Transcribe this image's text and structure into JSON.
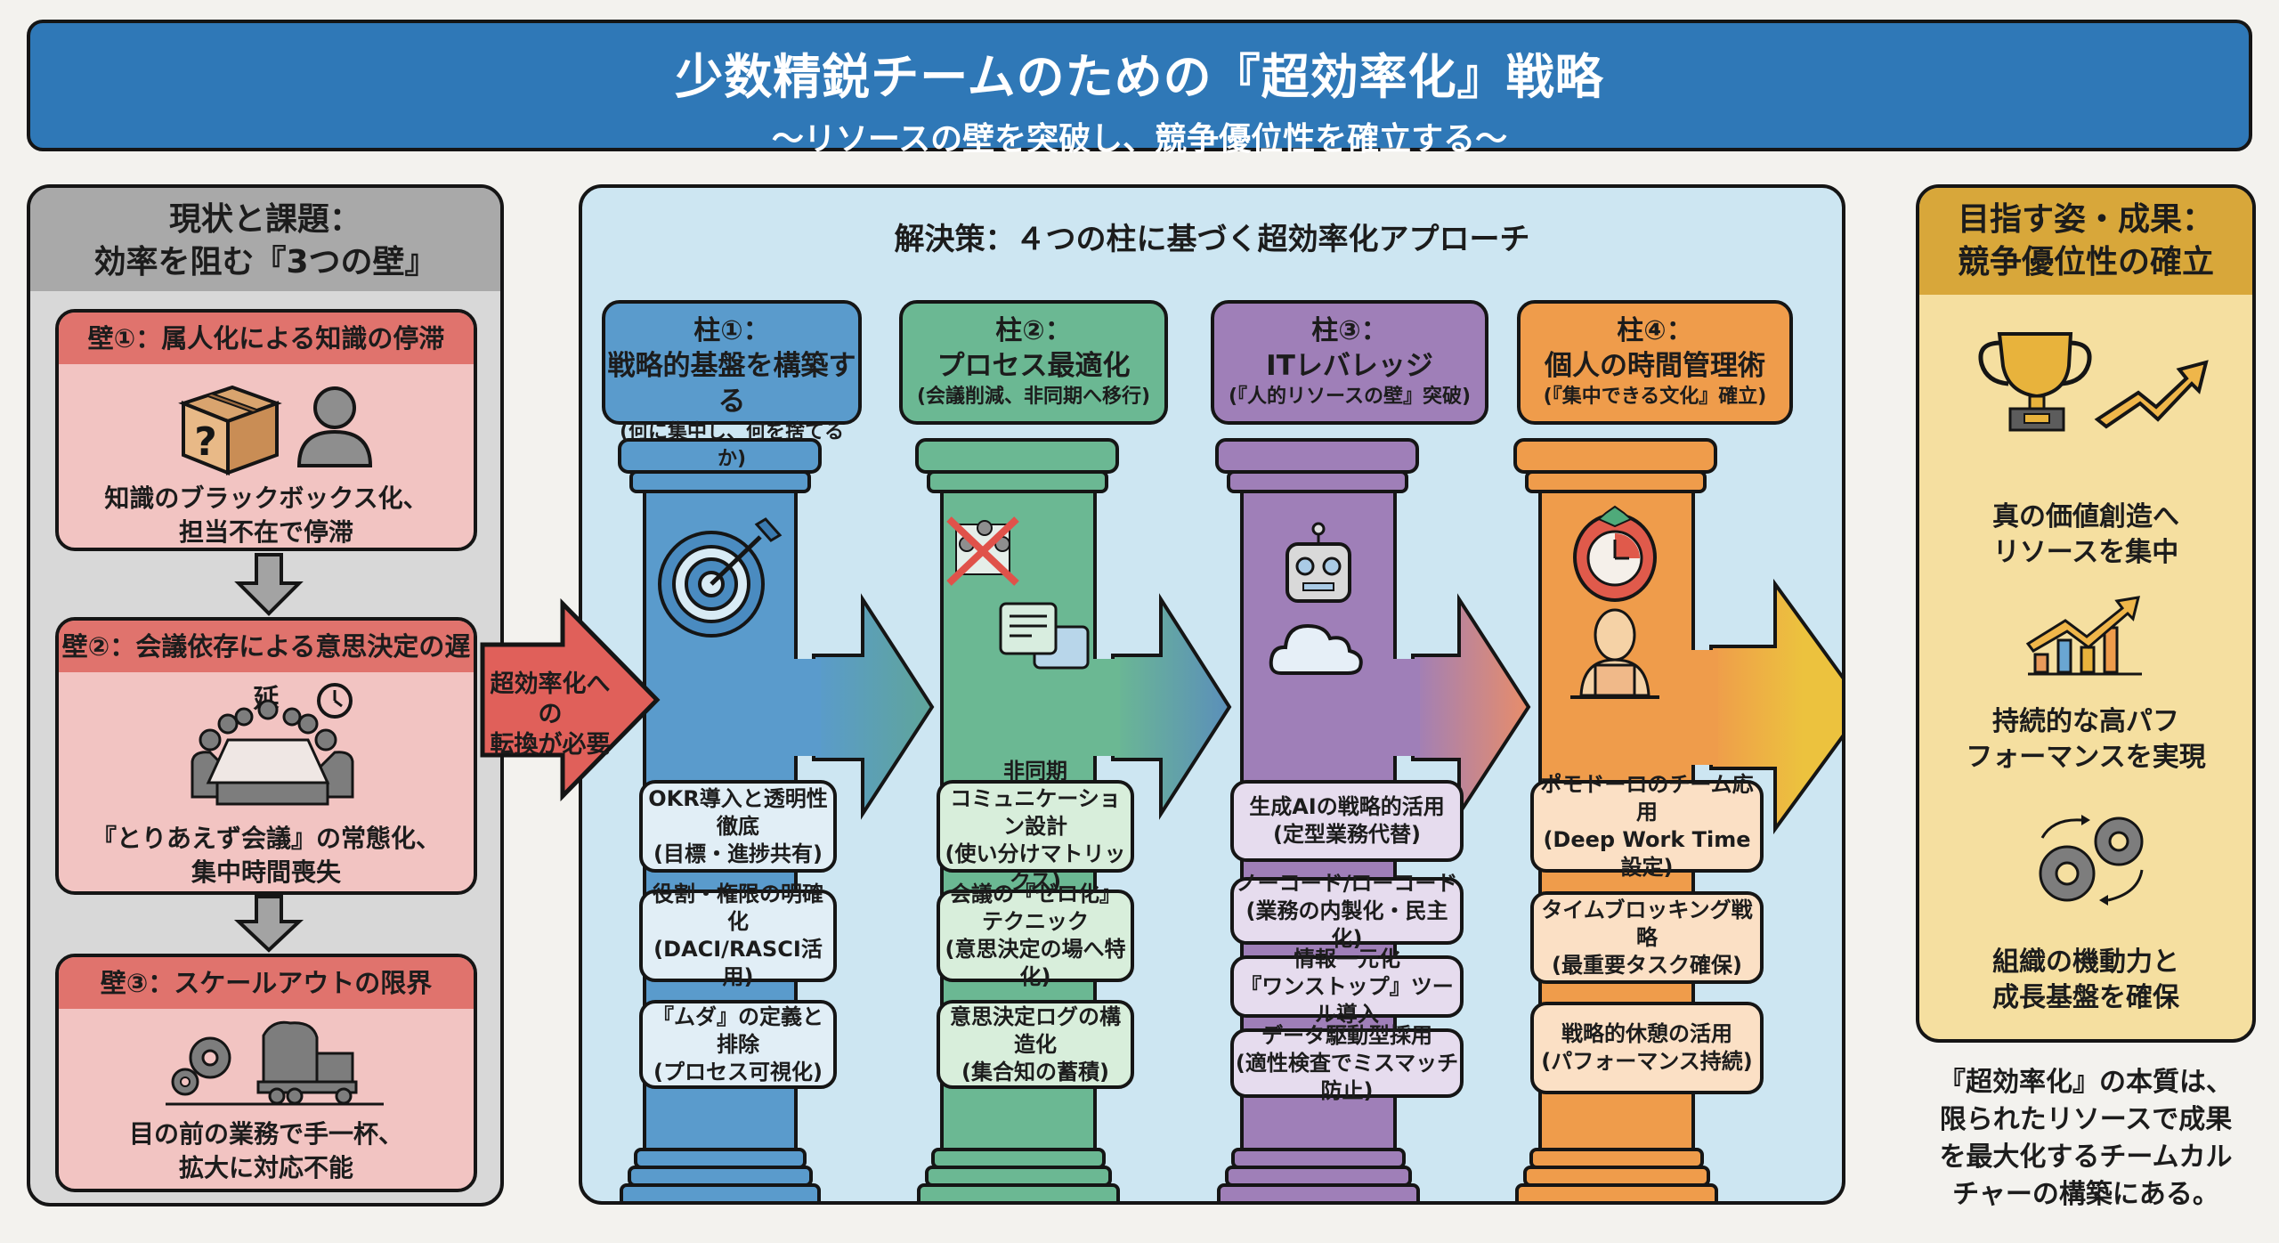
{
  "header": {
    "title": "少数精鋭チームのための『超効率化』戦略",
    "subtitle": "〜リソースの壁を突破し、競争優位性を確立する〜"
  },
  "current_state": {
    "heading_line1": "現状と課題：",
    "heading_line2": "効率を阻む『3つの壁』",
    "walls": [
      {
        "title": "壁①：属人化による知識の停滞",
        "icon": "mystery-box-and-person-icon",
        "text_line1": "知識のブラックボックス化、",
        "text_line2": "担当不在で停滞"
      },
      {
        "title": "壁②：会議依存による意思決定の遅延",
        "icon": "meeting-table-clock-icon",
        "text_line1": "『とりあえず会議』の常態化、",
        "text_line2": "集中時間喪失"
      },
      {
        "title": "壁③：スケールアウトの限界",
        "icon": "gears-overloaded-truck-icon",
        "text_line1": "目の前の業務で手一杯、",
        "text_line2": "拡大に対応不能"
      }
    ],
    "transition_arrow_line1": "超効率化への",
    "transition_arrow_line2": "転換が必要"
  },
  "solution": {
    "heading": "解決策：４つの柱に基づく超効率化アプローチ",
    "pillars": [
      {
        "number": "柱①：",
        "name": "戦略的基盤を構築する",
        "note": "(何に集中し、何を捨てるか)",
        "color": "#5a9bcc",
        "item_bg": "#e1eef6",
        "icon": "target-dart-icon",
        "items": [
          {
            "line1": "OKR導入と透明性徹底",
            "line2": "(目標・進捗共有)"
          },
          {
            "line1": "役割・権限の明確化",
            "line2": "(DACI/RASCI活用)"
          },
          {
            "line1": "『ムダ』の定義と排除",
            "line2": "(プロセス可視化)"
          }
        ]
      },
      {
        "number": "柱②：",
        "name": "プロセス最適化",
        "note": "(会議削減、非同期へ移行)",
        "color": "#6bb893",
        "item_bg": "#d8eedb",
        "icon": "no-meeting-chat-bubbles-icon",
        "items": [
          {
            "line1": "非同期",
            "line2": "コミュニケーション設計",
            "line3": "(使い分けマトリックス)"
          },
          {
            "line1": "会議の『ゼロ化』",
            "line2": "テクニック",
            "line3": "(意思決定の場へ特化)"
          },
          {
            "line1": "意思決定ログの構造化",
            "line2": "(集合知の蓄積)"
          }
        ]
      },
      {
        "number": "柱③：",
        "name": "ITレバレッジ",
        "note": "(『人的リソースの壁』突破)",
        "color": "#9f7fb8",
        "item_bg": "#e6dcee",
        "icon": "robot-cloud-icon",
        "items": [
          {
            "line1": "生成AIの戦略的活用",
            "line2": "(定型業務代替)"
          },
          {
            "line1": "ノーコード/ローコード",
            "line2": "(業務の内製化・民主化)"
          },
          {
            "line1": "情報一元化",
            "line2": "『ワンストップ』ツール導入"
          },
          {
            "line1": "データ駆動型採用",
            "line2": "(適性検査でミスマッチ防止)"
          }
        ]
      },
      {
        "number": "柱④：",
        "name": "個人の時間管理術",
        "note": "(『集中できる文化』確立)",
        "color": "#ef9c4b",
        "item_bg": "#fbe0c5",
        "icon": "pomodoro-laptop-worker-icon",
        "items": [
          {
            "line1": "ポモドーロのチーム応用",
            "line2": "(Deep Work Time設定)"
          },
          {
            "line1": "タイムブロッキング戦略",
            "line2": "(最重要タスク確保)"
          },
          {
            "line1": "戦略的休憩の活用",
            "line2": "(パフォーマンス持続)"
          }
        ]
      }
    ]
  },
  "outcomes": {
    "heading_line1": "目指す姿・成果：",
    "heading_line2": "競争優位性の確立",
    "items": [
      {
        "icon": "trophy-growth-arrow-icon",
        "line1": "真の価値創造へ",
        "line2": "リソースを集中"
      },
      {
        "icon": "bar-chart-rising-icon",
        "line1": "持続的な高パフ",
        "line2": "フォーマンスを実現"
      },
      {
        "icon": "rotating-gears-icon",
        "line1": "組織の機動力と",
        "line2": "成長基盤を確保"
      }
    ],
    "conclusion_lines": [
      "『超効率化』の本質は、",
      "限られたリソースで成果",
      "を最大化するチームカル",
      "チャーの構築にある。"
    ]
  },
  "colors": {
    "title_blue": "#2f78b7",
    "wall_red": "#e0736d",
    "wall_bg": "#f2c4c2",
    "transition_red": "#e0605a",
    "outcome_gold": "#d8a73a",
    "outcome_bg": "#f5dfa0",
    "solution_bg": "#cde6f2"
  }
}
